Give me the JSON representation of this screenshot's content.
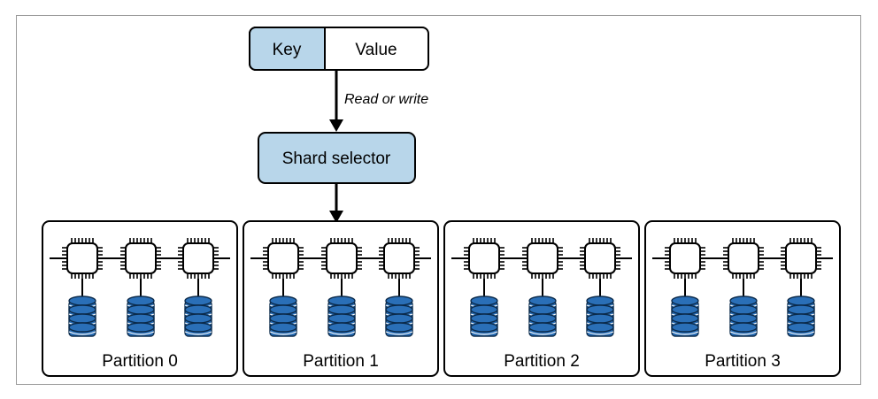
{
  "kv": {
    "key_label": "Key",
    "value_label": "Value"
  },
  "arrow_label": "Read or write",
  "selector_label": "Shard selector",
  "partitions": [
    {
      "label": "Partition 0",
      "cpus": 3,
      "disks": 3
    },
    {
      "label": "Partition 1",
      "cpus": 3,
      "disks": 3
    },
    {
      "label": "Partition 2",
      "cpus": 3,
      "disks": 3
    },
    {
      "label": "Partition 3",
      "cpus": 3,
      "disks": 3
    }
  ],
  "colors": {
    "box_fill": "#b8d6ea",
    "disk_fill": "#2a6fb7",
    "stroke": "#000000"
  },
  "icons": {
    "processor": "cpu-chip-icon",
    "storage": "database-icon"
  }
}
